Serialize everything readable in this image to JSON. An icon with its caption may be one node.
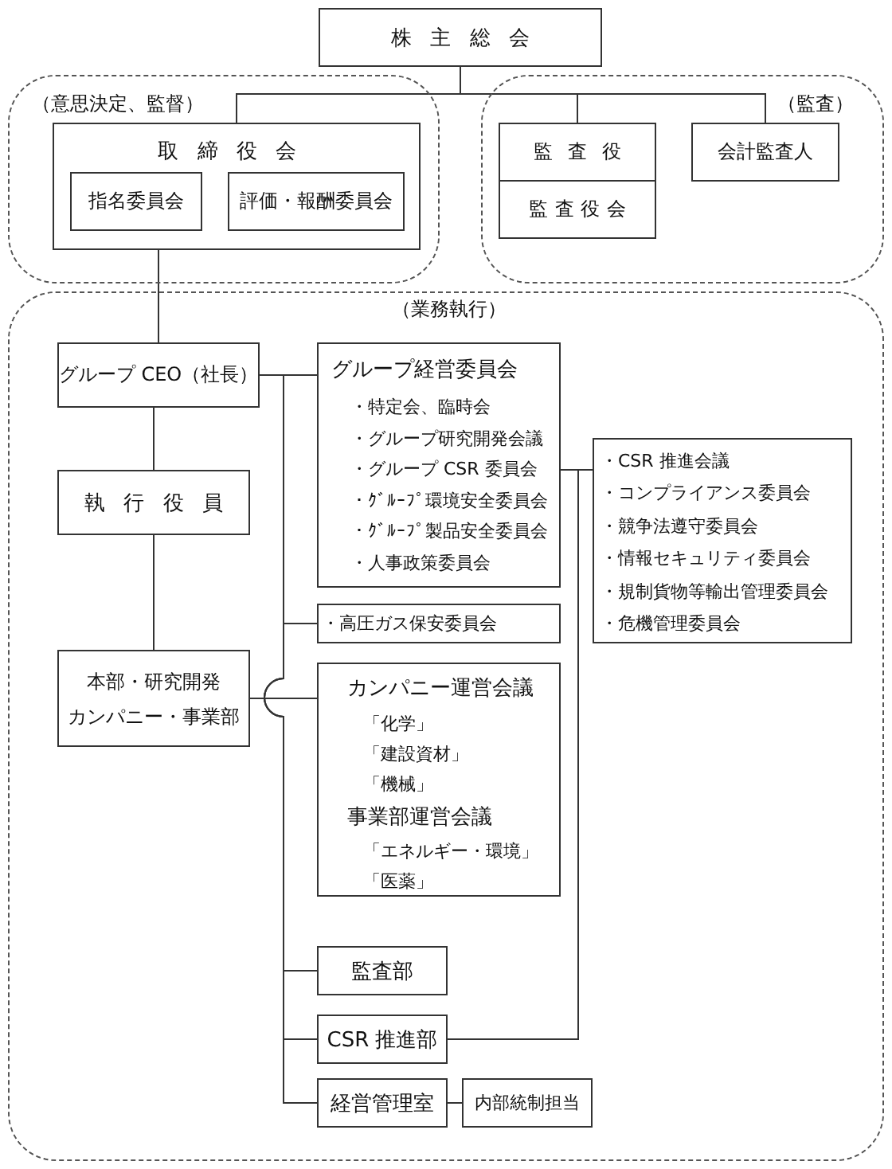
{
  "diagram": {
    "nodes": [
      {
        "text": [
          "株主総会"
        ]
      },
      {
        "text": [
          "（意思決定、監督）"
        ]
      },
      {
        "text": [
          "取締役会"
        ],
        "in": 1
      },
      {
        "text": [
          "指名委員会"
        ],
        "in": 2
      },
      {
        "text": [
          "評価・報酬委員会"
        ],
        "in": 2
      },
      {
        "text": [
          "（監査）"
        ]
      },
      {
        "text": [
          "監査役"
        ],
        "in": 5
      },
      {
        "text": [
          "監査役会"
        ],
        "in": 5
      },
      {
        "text": [
          "会計監査人"
        ],
        "in": 5
      },
      {
        "text": [
          "（業務執行）"
        ]
      },
      {
        "text": [
          "グループ CEO（社長）"
        ],
        "in": 9
      },
      {
        "text": [
          "執行役員"
        ],
        "in": 9
      },
      {
        "text": [
          "本部・研究開発",
          "カンパニー・事業部"
        ],
        "in": 9
      },
      {
        "text": [
          "グループ経営委員会",
          "・特定会、臨時会",
          "・グループ研究開発会議",
          "・グループ CSR 委員会",
          "・ｸﾞﾙｰﾌﾟ環境安全委員会",
          "・ｸﾞﾙｰﾌﾟ製品安全委員会",
          "・人事政策委員会"
        ],
        "in": 9
      },
      {
        "text": [
          "・高圧ガス保安委員会"
        ],
        "in": 9
      },
      {
        "text": [
          "カンパニー運営会議",
          "「化学」",
          "「建設資材」",
          "「機械」",
          "事業部運営会議",
          "「エネルギー・環境」",
          "「医薬」"
        ],
        "in": 9
      },
      {
        "text": [
          "監査部"
        ],
        "in": 9
      },
      {
        "text": [
          "CSR 推進部"
        ],
        "in": 9
      },
      {
        "text": [
          "経営管理室"
        ],
        "in": 9
      },
      {
        "text": [
          "内部統制担当"
        ],
        "in": 9
      },
      {
        "text": [
          "・CSR 推進会議",
          "・コンプライアンス委員会",
          "・競争法遵守委員会",
          "・情報セキュリティ委員会",
          "・規制貨物等輸出管理委員会",
          "・危機管理委員会"
        ],
        "in": 9
      }
    ],
    "edges": [
      {
        "from": 0,
        "to": 2,
        "arrow": "none"
      },
      {
        "from": 0,
        "to": 6,
        "arrow": "none"
      },
      {
        "from": 0,
        "to": 8,
        "arrow": "none"
      },
      {
        "from": 2,
        "to": 10,
        "arrow": "none"
      },
      {
        "from": 10,
        "to": 11,
        "arrow": "none"
      },
      {
        "from": 11,
        "to": 12,
        "arrow": "none"
      },
      {
        "from": 10,
        "to": 13,
        "arrow": "none"
      },
      {
        "from": 10,
        "to": 14,
        "arrow": "none"
      },
      {
        "from": 12,
        "to": 15,
        "arrow": "none"
      },
      {
        "from": 10,
        "to": 16,
        "arrow": "none"
      },
      {
        "from": 10,
        "to": 17,
        "arrow": "none"
      },
      {
        "from": 10,
        "to": 18,
        "arrow": "none"
      },
      {
        "from": 18,
        "to": 19,
        "arrow": "none"
      },
      {
        "from": 13,
        "to": 20,
        "arrow": "none"
      },
      {
        "from": 17,
        "to": 20,
        "arrow": "none"
      }
    ]
  }
}
